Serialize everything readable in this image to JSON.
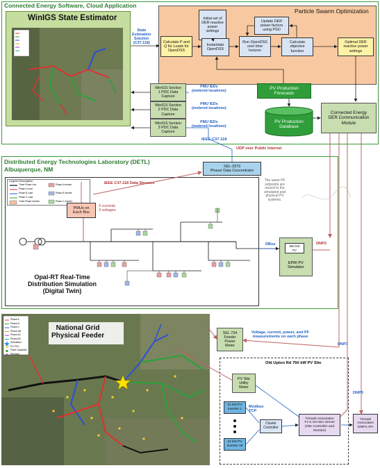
{
  "cloud": {
    "title": "Connected Energy Software, Cloud Application",
    "winigs_title": "WinIGS State Estimator",
    "state_est": "State\nEstimation\nSolution\n(C37.118)",
    "pso_title": "Particle Swarm Optimization",
    "pso_boxes": {
      "initial": "Initial set of\nDER reactive\npower\nsettings",
      "calc_pq": "Calculate P and\nQ for Loads for\nOpenDSS",
      "instantiate": "Instantiate\nOpenDSS",
      "run": "Run OpenDSS\nover time\nhorizon",
      "update": "Update DER\npower factors\nusing PSO",
      "calc_obj": "Calculate\nobjective\nfunction",
      "optimal": "Optimal DER\nreactive power\nsettings"
    },
    "pv_forecasts": "PV Production\nForecasts",
    "pv_db": "PV Production\nDatabase",
    "ce_module": "Connected Energy\nDER Communication\nModule",
    "winigs_sections": [
      "WinIGS Section\n1 PDC Data\nCapture",
      "WinIGS Section\n2 PDC Data\nCapture",
      "WinIGS Section\n3 PDC Data\nCapture"
    ],
    "pmu_label": "PMU IEDs\n(metered locations)",
    "ieee_label": "IEEE C37.118",
    "udp_label": "UDP over Public Internet"
  },
  "detl": {
    "title": "Distributed Energy Technologies Laboratory (DETL)",
    "subtitle": "Albuquerque, NM",
    "sel3373": "SEL-3373\nPhasor Data Concentrator",
    "ieee_streams": "IEEE C37.118 Data Streams",
    "note": "The same PF\nsetpoints are\nissued to the\nsimulated and\nphysical PV\nsystems.",
    "pmus": "PMUs on\nEach Bus",
    "pmus_desc": "3 currents\n3 voltages",
    "legend_title": "Legend Description",
    "legend_items": [
      "Three Phase Line",
      "Phase A Load",
      "Phase B Load",
      "Phase C Load",
      "Three Phase Inverter",
      "Phase A Inverter",
      "Phase B Inverter",
      "Phase C Inverter"
    ],
    "opal_title": "Opal-RT Real-Time\nDistribution Simulation\n(Digital Twin)",
    "pv_sim": "EPRI PV\nSimulator",
    "pv_650": "650 kW\nPV",
    "dbus": "DBus",
    "dnp3": "DNP3"
  },
  "ngrid": {
    "title": "National Grid\nPhysical Feeder",
    "legend": [
      "Phase A",
      "Phase B",
      "Phase C",
      "Phase AB",
      "Phase AC",
      "Phase BC",
      "Substation",
      "PV PCC",
      "Fixed Capacitor",
      "Recloser"
    ],
    "sel734": "SEL 734\nFeeder\nPower\nMeter",
    "meas": "Voltage, current, power, and PF\nmeasurements on each phase",
    "dnp3_a": "DNP3",
    "dnp3_b": "DNP3",
    "site_title": "Old Upton Rd 750 kW PV Site",
    "utility_meter": "PV Site\nUtility\nMeter",
    "inv1": "24 kW PV\nInverter 1",
    "inv28": "24 kW PV\nInverter 28",
    "modbus": "Modbus\nTCP",
    "cluster": "Cluster\nController",
    "trimark_scada": "Trimark Associates\nT1-S SCADA Server\n(Site Controller and\nMonitor)",
    "trimark_api": "Trimark\nAssociates\nDNP3 API"
  },
  "colors": {
    "cloud_border": "#3a9a3a",
    "pso_fill": "#f8c9a0",
    "yellow_box": "#fdf2a6",
    "blue_box": "#d9e5f4",
    "green_box": "#c8ddb0",
    "pv_green": "#2f9e3a",
    "arrow_red": "#d88a8a"
  }
}
